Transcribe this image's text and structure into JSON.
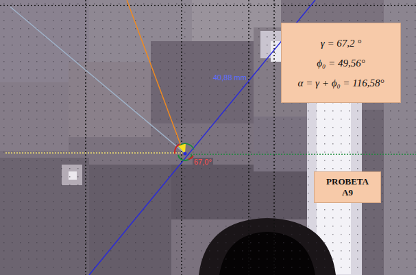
{
  "diagram": {
    "nodes": [
      {
        "text": [
          "γ = 67,2 °",
          "ϕ₀ = 49,56°",
          "α = γ + ϕ₀ = 116,58°"
        ]
      },
      {
        "text": [
          "PROBETA A9"
        ]
      }
    ],
    "labels": [
      "40,88 mm",
      "67,0°"
    ]
  }
}
